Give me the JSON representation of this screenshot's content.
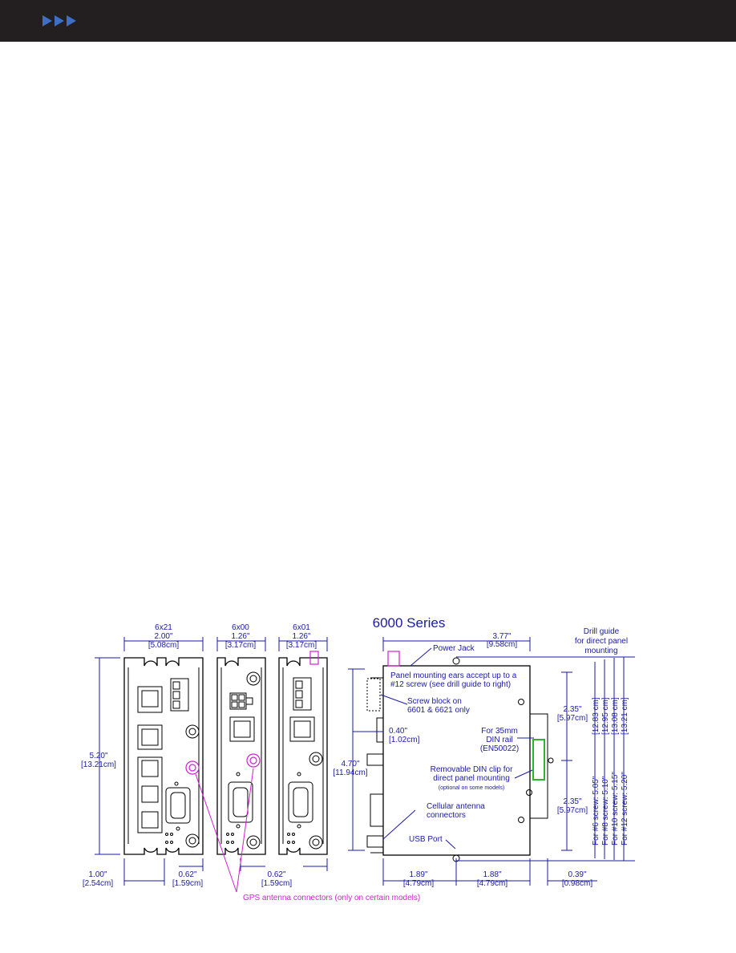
{
  "header": {
    "arrows": 3,
    "bar_color": "#231f20",
    "arrow_color": "#3f6fc4"
  },
  "title": "6000 Series",
  "colors": {
    "dimension": "#1a1aa6",
    "gps": "#d21fd2",
    "din_rail": "#2ab52a"
  },
  "models": [
    {
      "name": "6x21",
      "width_in": "2.00\"",
      "width_cm": "[5.08cm]"
    },
    {
      "name": "6x00",
      "width_in": "1.26\"",
      "width_cm": "[3.17cm]"
    },
    {
      "name": "6x01",
      "width_in": "1.26\"",
      "width_cm": "[3.17cm]"
    }
  ],
  "dims": {
    "height_in": "5.20\"",
    "height_cm": "[13.21cm]",
    "bottom_left_in": "1.00\"",
    "bottom_left_cm": "[2.54cm]",
    "bottom_a_in": "0.62\"",
    "bottom_a_cm": "[1.59cm]",
    "bottom_b_in": "0.62\"",
    "bottom_b_cm": "[1.59cm]",
    "side_width_in": "3.77\"",
    "side_width_cm": "[9.58cm]",
    "side_height_in": "4.70\"",
    "side_height_cm": "[11.94cm]",
    "inset_in": "0.40\"",
    "inset_cm": "[1.02cm]",
    "upper_in": "2.35\"",
    "upper_cm": "[5.97cm]",
    "lower_in": "2.35\"",
    "lower_cm": "[5.97cm]",
    "side_bottom_a_in": "1.89\"",
    "side_bottom_a_cm": "[4.79cm]",
    "side_bottom_b_in": "1.88\"",
    "side_bottom_b_cm": "[4.79cm]",
    "rail_in": "0.39\"",
    "rail_cm": "[0.98cm]"
  },
  "annotations": {
    "power_jack": "Power Jack",
    "panel_ears_1": "Panel mounting ears accept up to a",
    "panel_ears_2": "#12 screw  (see drill guide to right)",
    "screw_block_1": "Screw block on",
    "screw_block_2": "6601 & 6621 only",
    "din_35_1": "For 35mm",
    "din_35_2": "DIN rail",
    "din_35_3": "(EN50022)",
    "din_clip_1": "Removable DIN clip for",
    "din_clip_2": "direct panel mounting",
    "din_clip_3": "(optional on some models)",
    "cell_ant_1": "Cellular antenna",
    "cell_ant_2": "connectors",
    "usb_port": "USB Port",
    "gps": "GPS antenna connectors (only on certain models)",
    "drill_1": "Drill guide",
    "drill_2": "for direct panel",
    "drill_3": "mounting"
  },
  "drill_guide": [
    {
      "screw": "For #6 screw: 5.05\"",
      "cm": "[12.83 cm]"
    },
    {
      "screw": "For #8 screw: 5.10\"",
      "cm": "[12.95 cm]"
    },
    {
      "screw": "For #10 screw: 5.15\"",
      "cm": "[13.08 cm]"
    },
    {
      "screw": "For #12 screw: 5.20\"",
      "cm": "[13.21 cm]"
    }
  ]
}
